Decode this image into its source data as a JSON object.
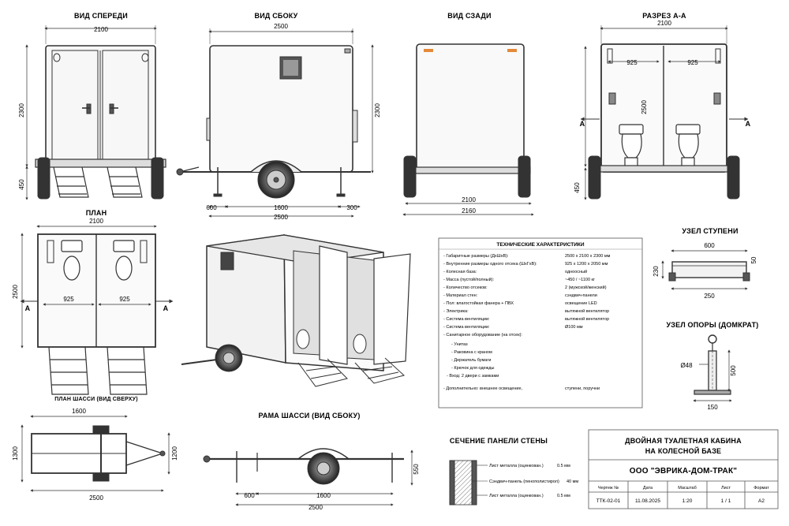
{
  "views": {
    "front": "ВИД СПЕРЕДИ",
    "side": "ВИД СБОКУ",
    "rear": "ВИД СЗАДИ",
    "section": "РАЗРЕЗ А-А",
    "plan": "ПЛАН",
    "chassis_plan": "ПЛАН ШАССИ (ВИД СВЕРХУ)",
    "chassis_side": "РАМА ШАССИ (ВИД СБОКУ)",
    "wall_section": "СЕЧЕНИЕ ПАНЕЛИ СТЕНЫ",
    "step_node": "УЗЕЛ СТУПЕНИ",
    "jack_node": "УЗЕЛ ОПОРЫ (ДОМКРАТ)"
  },
  "dims": {
    "front_w": "2100",
    "front_h": "2300",
    "front_base": "450",
    "side_w": "2500",
    "side_h": "2300",
    "side_a": "600",
    "side_b": "1600",
    "side_c": "300",
    "side_total": "2500",
    "rear_w": "2100",
    "rear_total": "2160",
    "sec_w": "2100",
    "sec_l": "925",
    "sec_r": "925",
    "sec_h": "2500",
    "sec_base": "450",
    "sec_a": "A",
    "plan_w": "2100",
    "plan_l": "925",
    "plan_r": "925",
    "plan_h": "2500",
    "plan_a": "A",
    "ch_w": "1600",
    "ch_len": "2500",
    "ch_h1": "1300",
    "ch_h2": "1200",
    "rm_a": "600",
    "rm_b": "1600",
    "rm_total": "2500",
    "rm_h": "550",
    "st_w": "600",
    "st_h": "230",
    "st_t": "50",
    "st_b": "250",
    "jk_d": "Ø48",
    "jk_h": "500",
    "jk_b": "150"
  },
  "specs": {
    "title": "ТЕХНИЧЕСКИЕ ХАРАКТЕРИСТИКИ",
    "rows": [
      {
        "k": "- Габаритные размеры (ДхШхВ):",
        "v": "2500 x 2100 x 2300 мм"
      },
      {
        "k": "- Внутренние размеры одного отсека (ШхГхВ):",
        "v": "925 x 1200 x 2050 мм"
      },
      {
        "k": "- Колесная база:",
        "v": "одноосный"
      },
      {
        "k": "- Масса (пустой/полный):",
        "v": "~450 / ~1100 кг"
      },
      {
        "k": "- Количество отсеков:",
        "v": "2 (мужской/женский)"
      },
      {
        "k": "- Материал стен:",
        "v": "сэндвич-панели"
      },
      {
        "k": "- Пол: влагостойкая фанера + ПВХ",
        "v": "освещение LED"
      },
      {
        "k": "- Электрика:",
        "v": "вытяжной вентилятор"
      },
      {
        "k": "- Система вентиляции:",
        "v": "вытяжной вентилятор"
      },
      {
        "k": "- Система вентиляции:",
        "v": "Ø100 мм"
      },
      {
        "k": "- Санитарное оборудование (на отсек):",
        "v": ""
      }
    ],
    "san": [
      "- Унитаз",
      "- Раковина с краном",
      "- Держатель бумаги",
      "- Крючок для одежды"
    ],
    "entry": "- Вход: 2 двери с замками",
    "extra_k": "- Дополнительно: внешнее освещение,",
    "extra_v": "ступени, поручни"
  },
  "wall": {
    "l1": "Лист металла (оцинкован.)",
    "v1": "0.5 мм",
    "l2": "Сэндвич-панель (пенополистирол)",
    "v2": "40 мм",
    "l3": "Лист металла (оцинкован.)",
    "v3": "0.5 мм"
  },
  "title_block": {
    "name1": "ДВОЙНАЯ ТУАЛЕТНАЯ КАБИНА",
    "name2": "НА КОЛЕСНОЙ БАЗЕ",
    "company": "ООО \"ЭВРИКА-ДОМ-ТРАК\"",
    "h_doc": "Чертеж №",
    "h_date": "Дата",
    "h_scale": "Масштаб",
    "h_sheet": "Лист",
    "h_format": "Формат",
    "doc": "ТТК-02-01",
    "date": "11.08.2025",
    "scale": "1:20",
    "sheet": "1 / 1",
    "format": "A2"
  }
}
